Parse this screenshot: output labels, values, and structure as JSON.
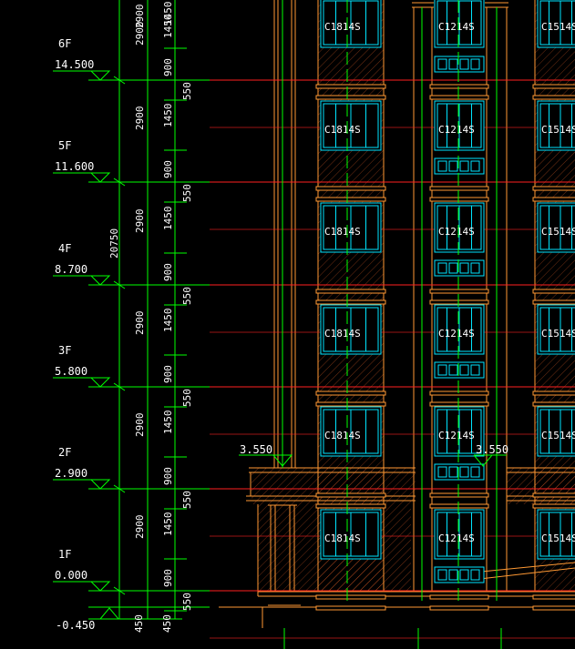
{
  "colors": {
    "background": "#000000",
    "dimension_line": "#00ff00",
    "grid_line": "#ff2020",
    "wall_outline": "#ff9933",
    "window": "#00e5ff",
    "text": "#ffffff",
    "hatch": "#ff6a2a"
  },
  "floors": [
    {
      "name": "6F",
      "elev": "14.500"
    },
    {
      "name": "5F",
      "elev": "11.600"
    },
    {
      "name": "4F",
      "elev": "8.700"
    },
    {
      "name": "3F",
      "elev": "5.800"
    },
    {
      "name": "2F",
      "elev": "2.900"
    },
    {
      "name": "1F",
      "elev": "0.000"
    }
  ],
  "ground_elev": "-0.450",
  "total_height": "20750",
  "storey_dim": "2900",
  "sill_dim": "900",
  "window_dim": "1450",
  "lintel_dim": "550",
  "base_dims": [
    "450",
    "450"
  ],
  "canopy_elev": [
    "3.550",
    "3.550"
  ],
  "window_labels": {
    "col_a": "C1814S",
    "col_b": "C1214S",
    "col_c": "C1514S"
  }
}
